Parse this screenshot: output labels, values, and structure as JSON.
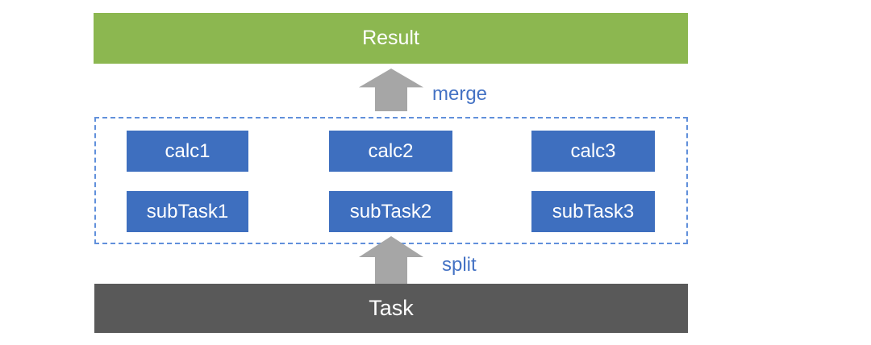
{
  "diagram": {
    "result": {
      "label": "Result"
    },
    "task": {
      "label": "Task"
    },
    "merge": {
      "label": "merge"
    },
    "split": {
      "label": "split"
    },
    "subtask_group": {
      "calc_boxes": [
        "calc1",
        "calc2",
        "calc3"
      ],
      "subtask_boxes": [
        "subTask1",
        "subTask2",
        "subTask3"
      ]
    },
    "colors": {
      "result_bar_green": "#8CB750",
      "task_bar_gray": "#595959",
      "box_blue": "#3E6FBF",
      "arrow_gray": "#A6A6A6",
      "label_blue": "#4472C4",
      "dashed_border_blue": "#6190DB"
    }
  }
}
